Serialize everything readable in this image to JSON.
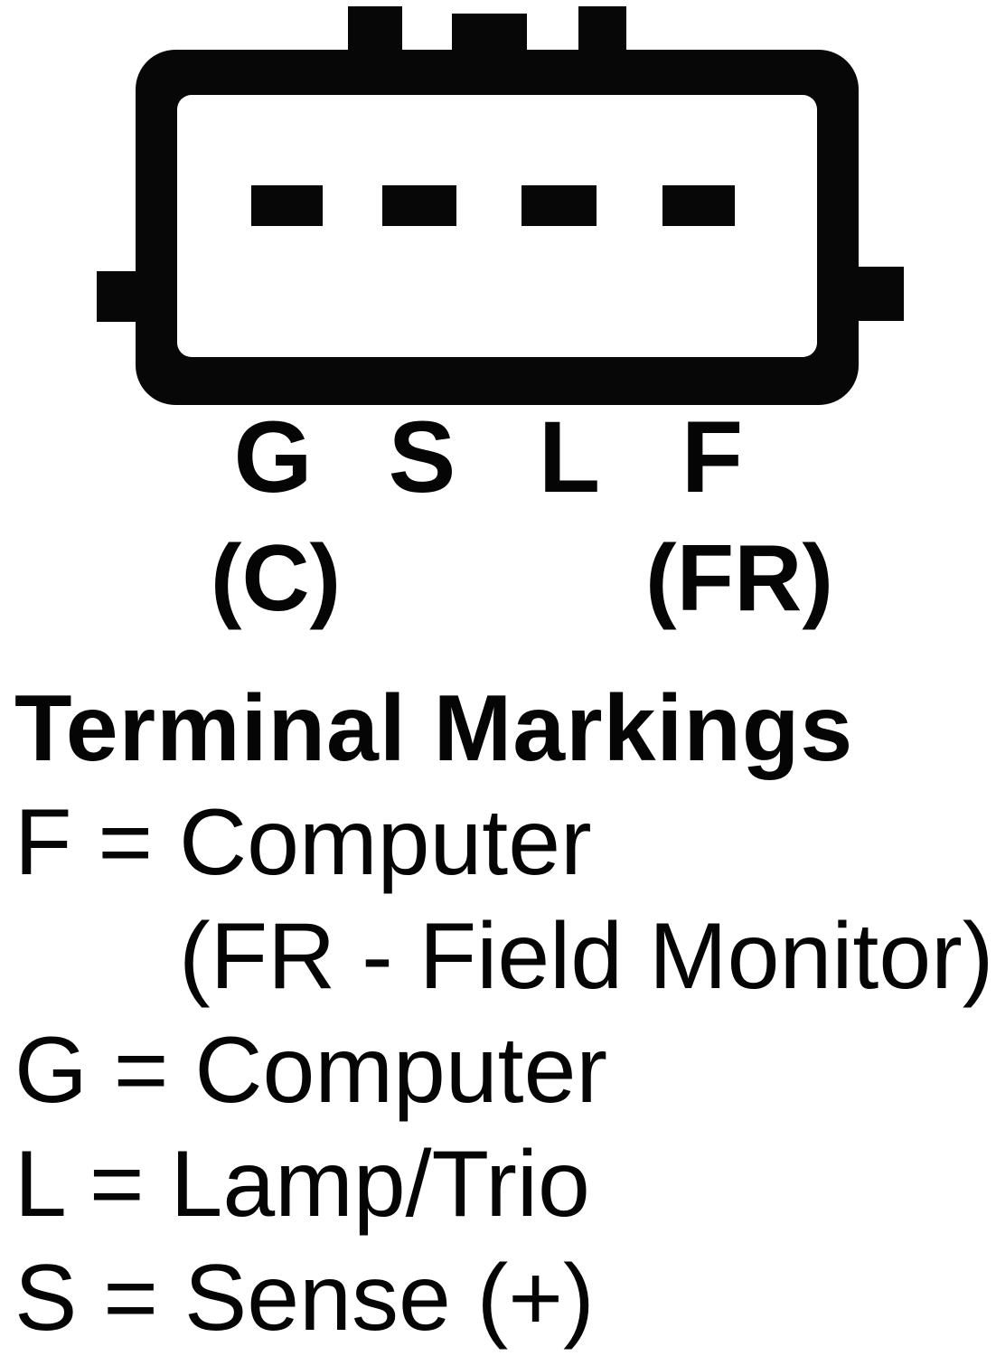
{
  "connector": {
    "description": "4-pin alternator plug connector, front view",
    "pin_labels": [
      "G",
      "S",
      "L",
      "F"
    ],
    "alt_labels": [
      "(C)",
      "(FR)"
    ]
  },
  "legend": {
    "title": "Terminal Markings",
    "lines": [
      "F = Computer",
      "(FR - Field Monitor)",
      "G = Computer",
      "L = Lamp/Trio",
      "S = Sense (+)"
    ]
  },
  "colors": {
    "ink": "#070707",
    "background": "#ffffff"
  }
}
